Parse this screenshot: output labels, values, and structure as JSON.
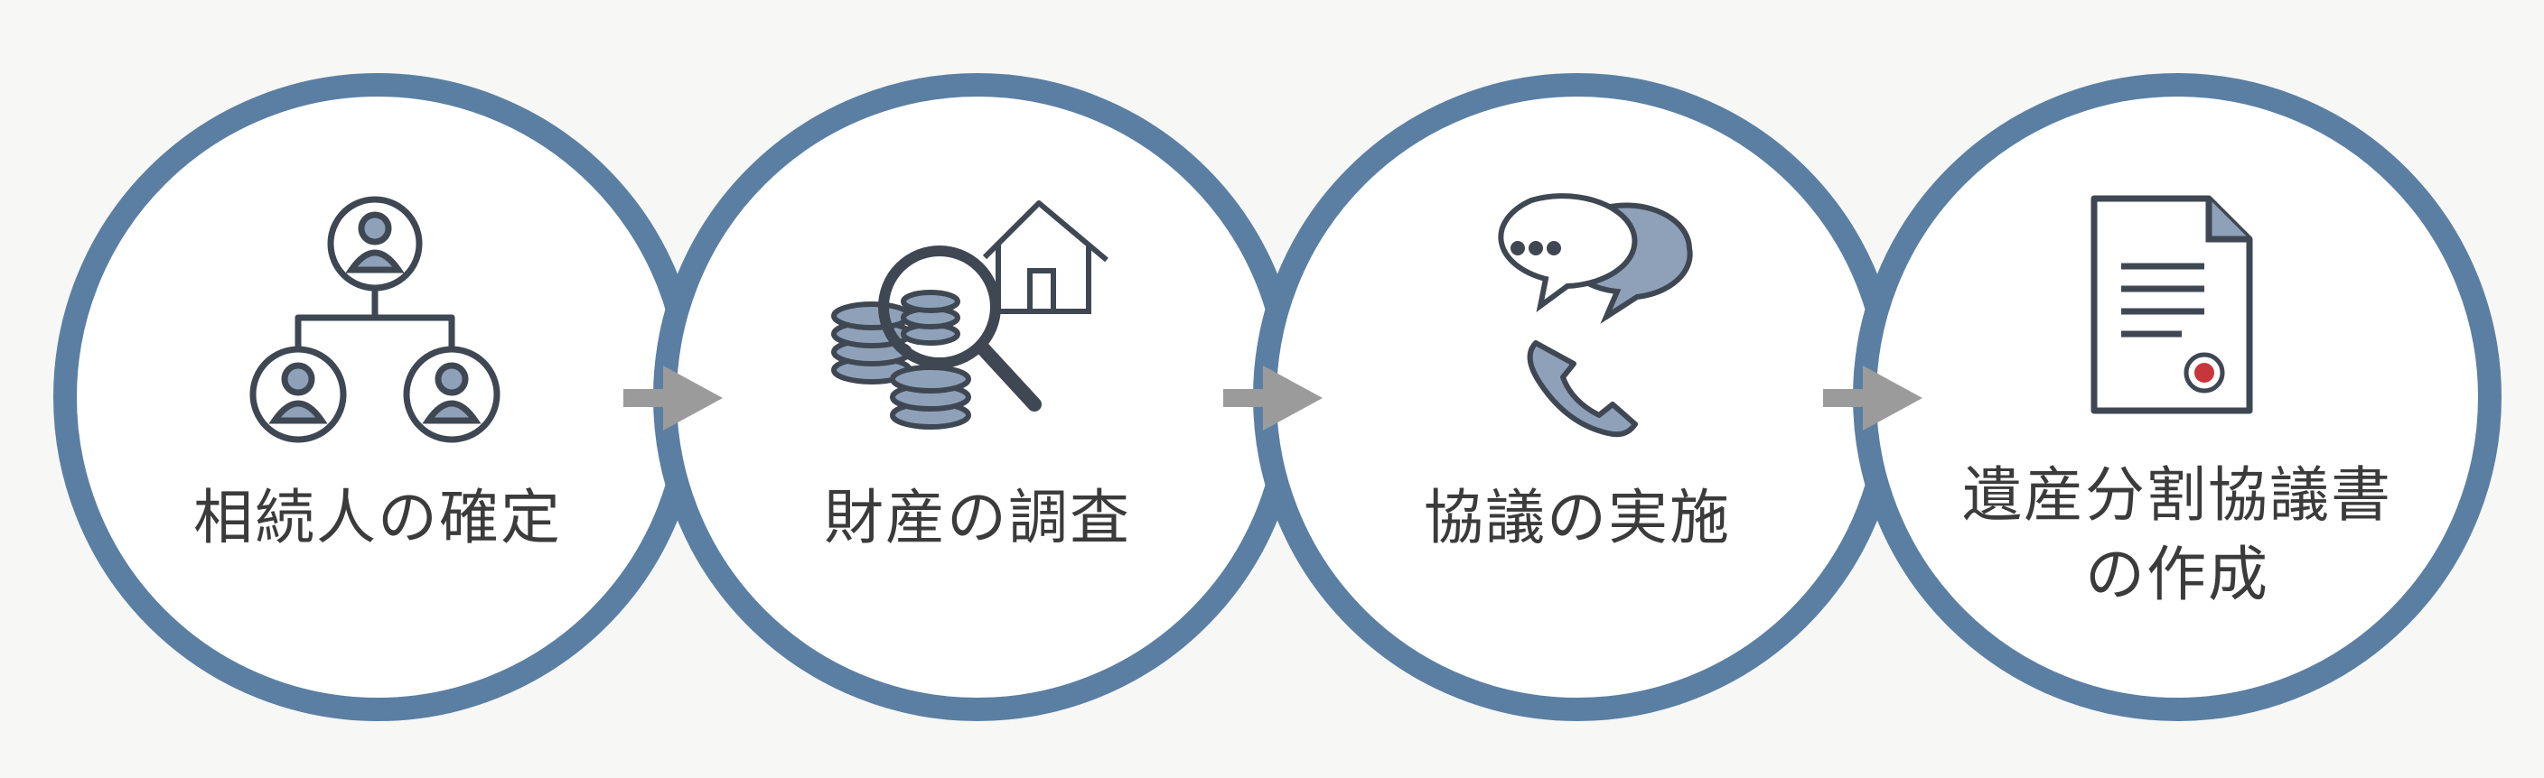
{
  "steps": [
    {
      "label": "相続人の確定",
      "icon": "family-tree-icon"
    },
    {
      "label": "財産の調査",
      "icon": "asset-search-icon"
    },
    {
      "label": "協議の実施",
      "icon": "discussion-icon"
    },
    {
      "label_line1": "遺産分割協議書",
      "label_line2": "の作成",
      "icon": "document-seal-icon"
    }
  ],
  "colors": {
    "ring": "#5b7fa3",
    "icon_stroke": "#3f4753",
    "icon_fill": "#8ea1b8",
    "arrow": "#9b9b9b",
    "seal": "#c8353a",
    "background": "#f7f7f6"
  }
}
